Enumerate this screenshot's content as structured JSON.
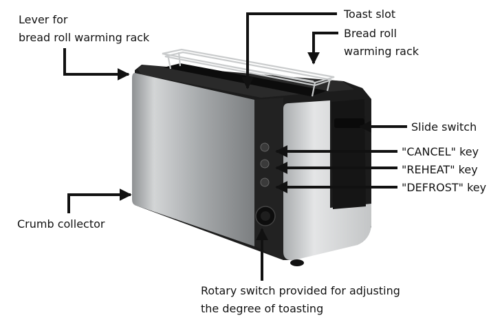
{
  "labels": {
    "lever_line1": "Lever for",
    "lever_line2": "bread roll warming rack",
    "toast_slot": "Toast slot",
    "rack_line1": "Bread roll",
    "rack_line2": "warming rack",
    "slide_switch": "Slide switch",
    "cancel_key": "\"CANCEL\" key",
    "reheat_key": "\"REHEAT\" key",
    "defrost_key": "\"DEFROST\" key",
    "crumb_collector": "Crumb collector",
    "rotary_line1": "Rotary switch provided for adjusting",
    "rotary_line2": "the degree of toasting"
  },
  "colors": {
    "arrow": "#111111",
    "steel": "#b9bcbe",
    "body_black": "#1c1c1c",
    "text": "#111111"
  }
}
